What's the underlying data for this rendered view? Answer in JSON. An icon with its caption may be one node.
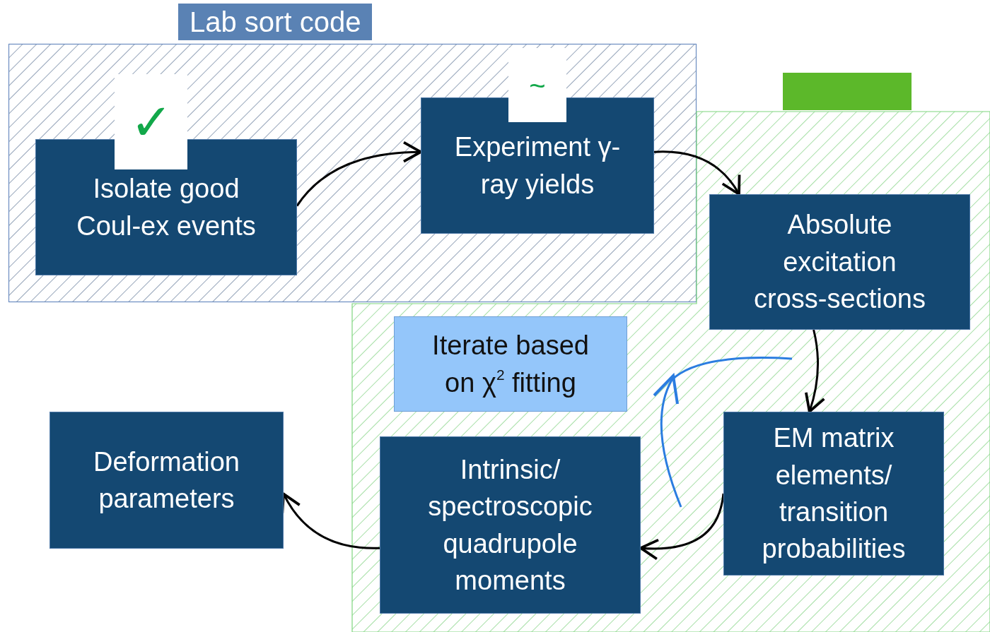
{
  "diagram": {
    "nodes": [
      {
        "text": [
          "Lab sort code"
        ]
      },
      {
        "text": [
          "✓"
        ],
        "in": 0
      },
      {
        "text": [
          "Isolate good Coul-ex events"
        ],
        "in": 0
      },
      {
        "text": [
          "~"
        ],
        "in": 0
      },
      {
        "text": [
          "Experiment γ-ray yields"
        ],
        "in": 0
      },
      {
        "text": [],
        "shape": "box"
      },
      {
        "text": [],
        "shape": "box"
      },
      {
        "text": [
          "Absolute excitation cross-sections"
        ],
        "in": 6
      },
      {
        "text": [
          "Iterate based on χ$^{2}$ fitting"
        ],
        "in": 6
      },
      {
        "text": [
          "EM matrix elements/ transition probabilities"
        ],
        "in": 6
      },
      {
        "text": [
          "Intrinsic/ spectroscopic quadrupole moments"
        ],
        "in": 6
      },
      {
        "text": [
          "Deformation parameters"
        ]
      }
    ],
    "edges": [
      {
        "from": 2,
        "to": 4,
        "arrow": "to"
      },
      {
        "from": 4,
        "to": 7,
        "arrow": "to"
      },
      {
        "from": 7,
        "to": 9,
        "arrow": "to"
      },
      {
        "from": 9,
        "to": 10,
        "arrow": "to"
      },
      {
        "from": 10,
        "to": 11,
        "arrow": "to"
      }
    ]
  }
}
